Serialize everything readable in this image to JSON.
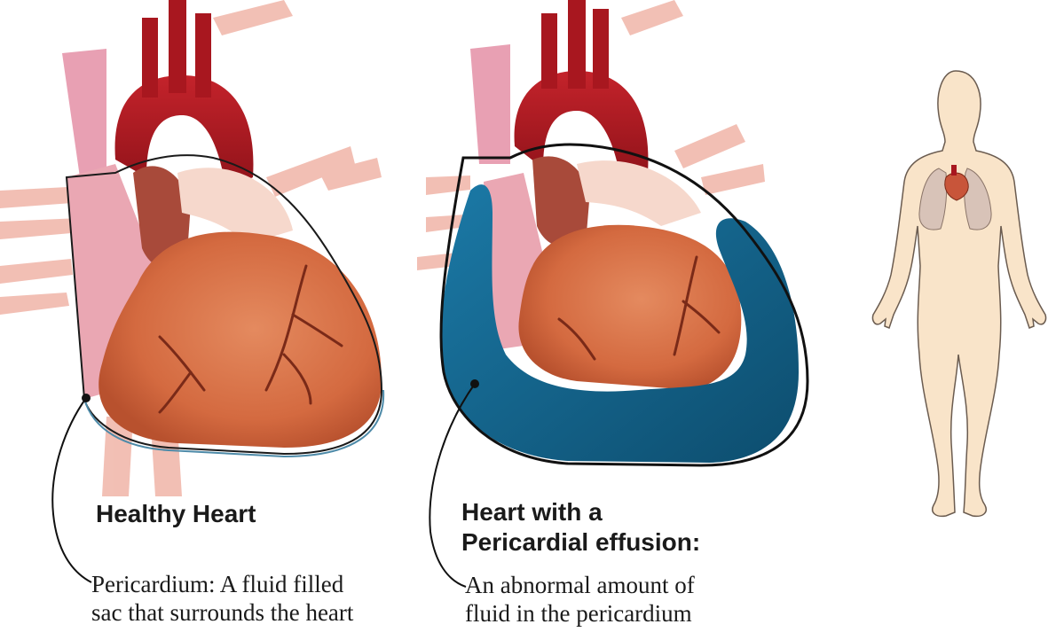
{
  "healthy": {
    "title": "Healthy Heart",
    "caption_line1": "Pericardium: A fluid filled",
    "caption_line2": "sac that surrounds the heart"
  },
  "effusion": {
    "title_line1": "Heart with a",
    "title_line2": "Pericardial effusion:",
    "caption_line1": "An abnormal amount of",
    "caption_line2": "fluid in the pericardium"
  },
  "colors": {
    "myocardium": "#d9744a",
    "aorta": "#b01c24",
    "pericardium_pink": "#eaa7b3",
    "fluid_blue": "#13648c",
    "body_skin": "#f9e4c9",
    "lungs": "#d8c3b8"
  }
}
